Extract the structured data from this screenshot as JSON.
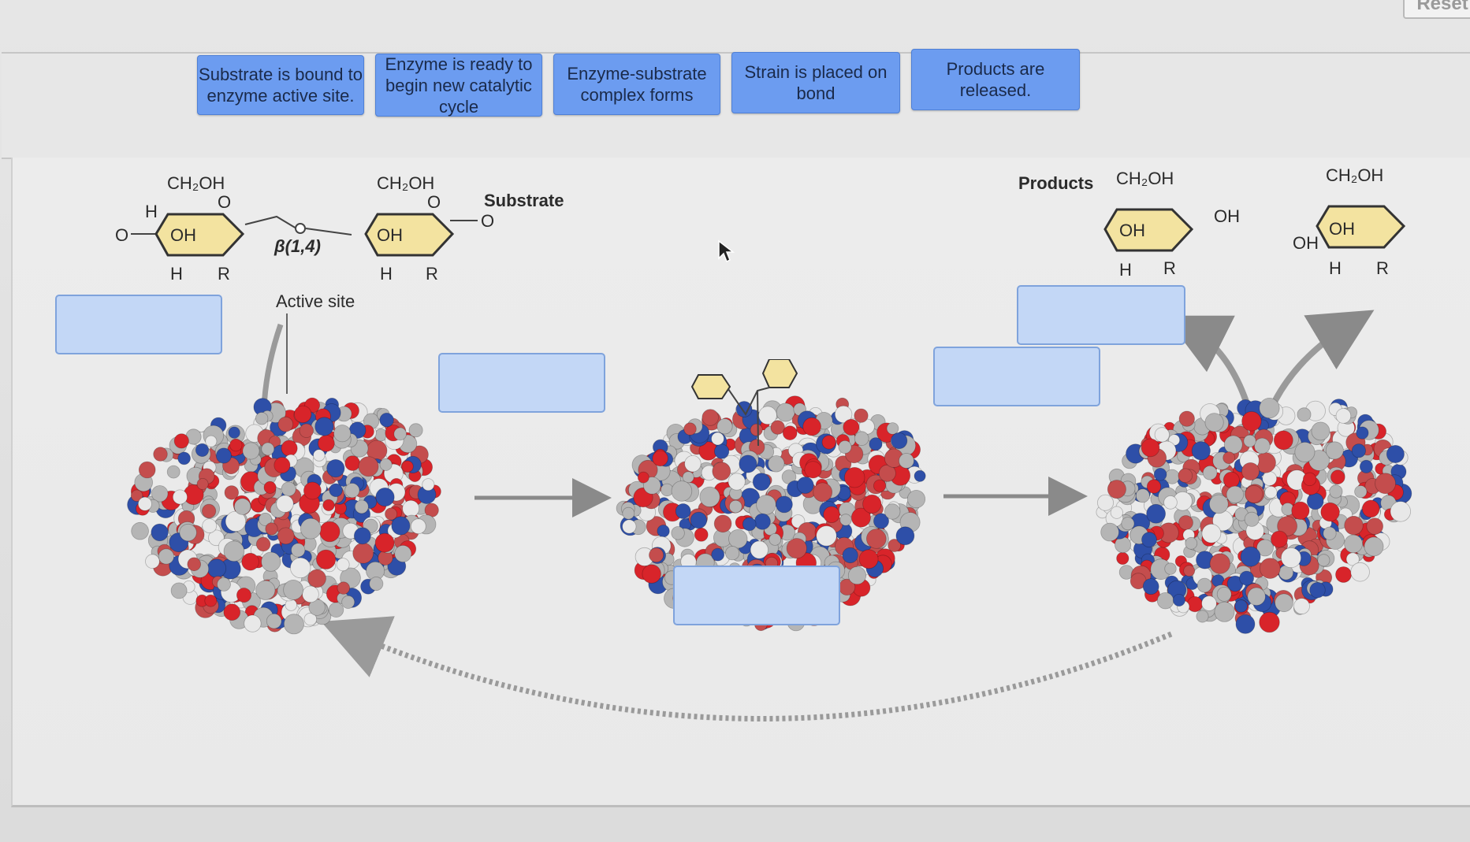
{
  "toolbar": {
    "reset_label": "Reset"
  },
  "word_bank": {
    "chips": [
      {
        "label": "Substrate is bound to enzyme active site."
      },
      {
        "label": "Enzyme is ready to begin new catalytic cycle"
      },
      {
        "label": "Enzyme-substrate complex forms"
      },
      {
        "label": "Strain is placed on bond"
      },
      {
        "label": "Products are released."
      }
    ]
  },
  "diagram": {
    "substrate_label": "Substrate",
    "active_site_label": "Active site",
    "products_label": "Products",
    "bond_label": "β(1,4)",
    "ring_labels": {
      "ch2oh": "CH₂OH",
      "o": "O",
      "h": "H",
      "oh": "OH",
      "r": "R"
    }
  },
  "drop_targets": [
    {
      "id": "target-1"
    },
    {
      "id": "target-2"
    },
    {
      "id": "target-3"
    },
    {
      "id": "target-4"
    },
    {
      "id": "target-5"
    }
  ],
  "colors": {
    "chip_fill": "#6c9cf0",
    "drop_fill": "#c3d7f6",
    "ring_fill": "#f3e3a0",
    "atom_red": "#d8242a",
    "atom_blue": "#2e4fa8",
    "atom_gray": "#b5b5b5"
  }
}
